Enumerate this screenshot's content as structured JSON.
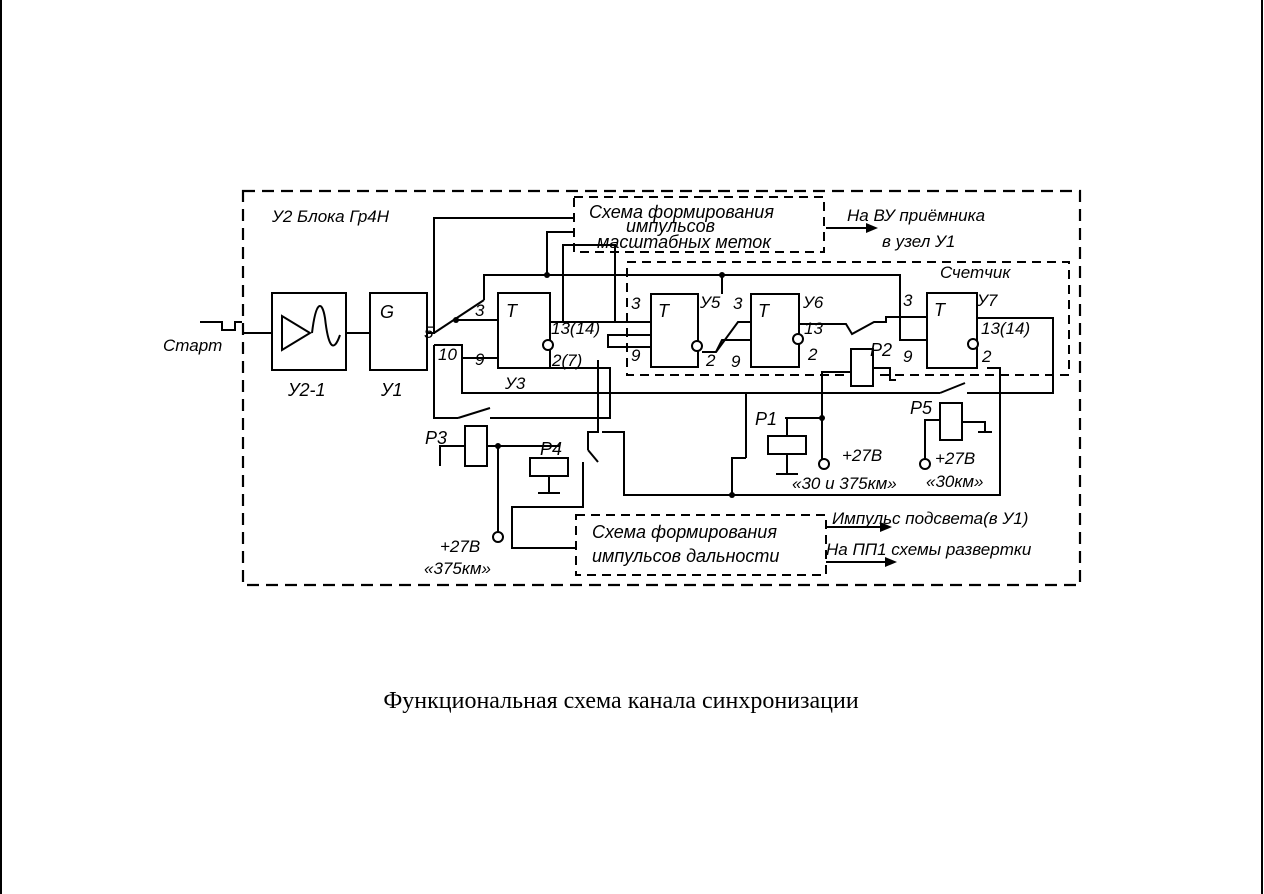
{
  "caption": "Функциональная схема канала синхронизации",
  "block_title": "У2 Блока Гр4Н",
  "input_label": "Старт",
  "blocks": {
    "u2_1": "У2-1",
    "u1_symbol": "G",
    "u1": "У1",
    "u3": "У3",
    "u5": "У5",
    "u6": "У6",
    "u7": "У7",
    "trigger_symbol": "T"
  },
  "counter_label": "Счетчик",
  "scale_marks": {
    "line1": "Схема формирования",
    "line2": "импульсов",
    "line3": "масштабных меток"
  },
  "range_pulses": {
    "line1": "Схема формирования",
    "line2": "импульсов дальности"
  },
  "outputs": {
    "vu_line1": "На ВУ приёмника",
    "vu_line2": "в узел У1",
    "highlight": "Импульс подсвета(в У1)",
    "pp1": "На ПП1 схемы развертки"
  },
  "pins": {
    "p5": "5",
    "p10": "10",
    "p3": "3",
    "p9": "9",
    "p13_14": "13(14)",
    "p2_7": "2(7)",
    "p13": "13",
    "p2": "2"
  },
  "relays": {
    "r1": "Р1",
    "r2": "Р2",
    "r3": "Р3",
    "r4": "Р4",
    "r5": "Р5"
  },
  "supply": {
    "v27": "+27В",
    "km375": "«375км»",
    "km30_375": "«30 и 375км»",
    "km30": "«30км»"
  }
}
